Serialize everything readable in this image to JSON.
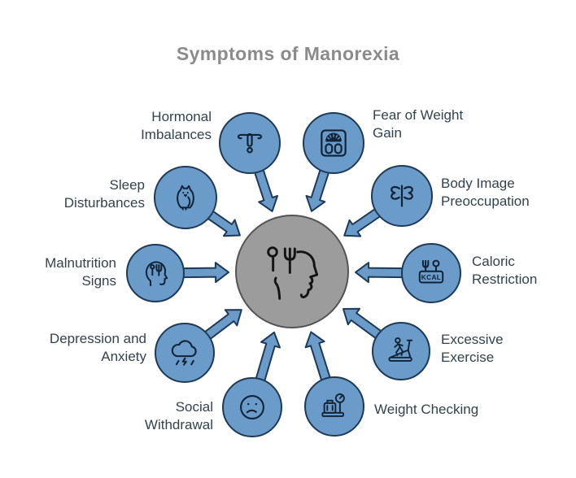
{
  "title": "Symptoms of Manorexia",
  "colors": {
    "node_fill": "#6b9cc9",
    "node_border": "#1e3a57",
    "center_fill": "#9c9c9c",
    "center_border": "#545454",
    "icon_stroke": "#0f2439",
    "center_icon_stroke": "#141414",
    "label_text": "#33424d",
    "title_text": "#8b8b8b"
  },
  "center": {
    "icon": "head-with-cutlery-icon"
  },
  "nodes": [
    {
      "id": "hormonal-imbalances",
      "label": "Hormonal\nImbalances",
      "icon": "iud-icon",
      "label_side": "left"
    },
    {
      "id": "fear-of-weight-gain",
      "label": "Fear of Weight\nGain",
      "icon": "bathroom-scale-icon",
      "label_side": "right"
    },
    {
      "id": "sleep-disturbances",
      "label": "Sleep\nDisturbances",
      "icon": "owl-icon",
      "label_side": "left"
    },
    {
      "id": "body-image-preoccupation",
      "label": "Body Image\nPreoccupation",
      "icon": "butterfly-icon",
      "label_side": "right"
    },
    {
      "id": "malnutrition-signs",
      "label": "Malnutrition\nSigns",
      "icon": "head-cutlery-icon",
      "label_side": "left"
    },
    {
      "id": "caloric-restriction",
      "label": "Caloric\nRestriction",
      "icon": "kcal-sign-icon",
      "label_side": "right"
    },
    {
      "id": "depression-and-anxiety",
      "label": "Depression and\nAnxiety",
      "icon": "storm-cloud-icon",
      "label_side": "left"
    },
    {
      "id": "excessive-exercise",
      "label": "Excessive\nExercise",
      "icon": "treadmill-icon",
      "label_side": "right"
    },
    {
      "id": "social-withdrawal",
      "label": "Social\nWithdrawal",
      "icon": "sad-face-icon",
      "label_side": "left"
    },
    {
      "id": "weight-checking",
      "label": "Weight Checking",
      "icon": "luggage-scale-icon",
      "label_side": "right"
    }
  ]
}
